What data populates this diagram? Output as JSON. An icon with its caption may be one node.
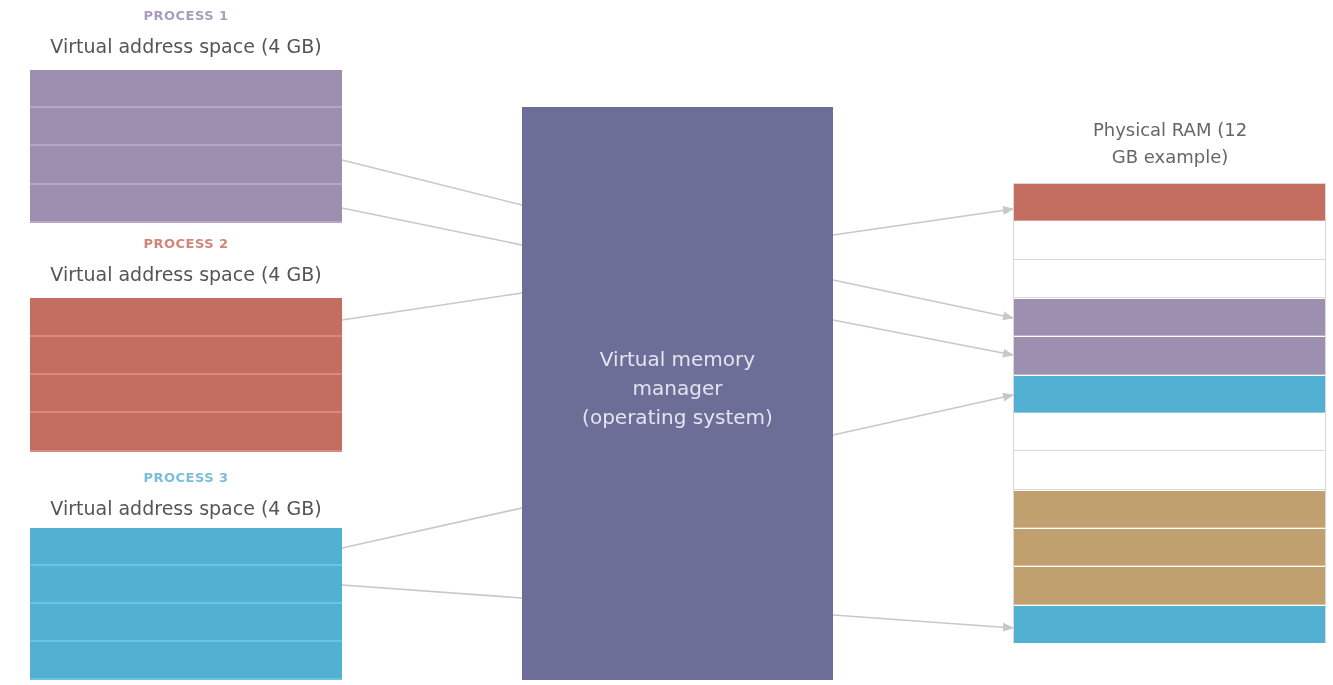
{
  "diagram": {
    "nodes": [
      {
        "text": [
          "PROCESS 1",
          "Virtual address space (4 GB)"
        ]
      },
      {
        "text": [
          "PROCESS 2",
          "Virtual address space (4 GB)"
        ]
      },
      {
        "text": [
          "PROCESS 3",
          "Virtual address space (4 GB)"
        ]
      },
      {
        "text": [
          "Virtual memory manager (operating system)"
        ]
      },
      {
        "text": [
          "Physical RAM (12 GB example)"
        ]
      },
      {
        "text": [],
        "shape": "bar",
        "in": 4
      },
      {
        "text": [],
        "shape": "bar",
        "in": 4
      },
      {
        "text": [],
        "shape": "bar",
        "in": 4
      },
      {
        "text": [],
        "shape": "bar",
        "in": 4
      },
      {
        "text": [],
        "shape": "bar",
        "in": 4
      },
      {
        "text": [],
        "shape": "bar",
        "in": 4
      },
      {
        "text": [],
        "shape": "bar",
        "in": 4
      },
      {
        "text": [],
        "shape": "bar",
        "in": 4
      },
      {
        "text": [],
        "shape": "bar",
        "in": 4
      },
      {
        "text": [],
        "shape": "bar",
        "in": 4
      },
      {
        "text": [],
        "shape": "bar",
        "in": 4
      },
      {
        "text": [],
        "shape": "bar",
        "in": 4
      }
    ],
    "edges": [
      {
        "from": 0,
        "to": 3,
        "arrow": "none"
      },
      {
        "from": 0,
        "to": 3,
        "arrow": "none"
      },
      {
        "from": 1,
        "to": 3,
        "arrow": "none"
      },
      {
        "from": 2,
        "to": 3,
        "arrow": "none"
      },
      {
        "from": 2,
        "to": 3,
        "arrow": "none"
      },
      {
        "from": 3,
        "to": 5,
        "arrow": "to"
      },
      {
        "from": 3,
        "to": 8,
        "arrow": "to"
      },
      {
        "from": 3,
        "to": 9,
        "arrow": "to"
      },
      {
        "from": 3,
        "to": 10,
        "arrow": "to"
      },
      {
        "from": 3,
        "to": 16,
        "arrow": "to"
      }
    ]
  }
}
